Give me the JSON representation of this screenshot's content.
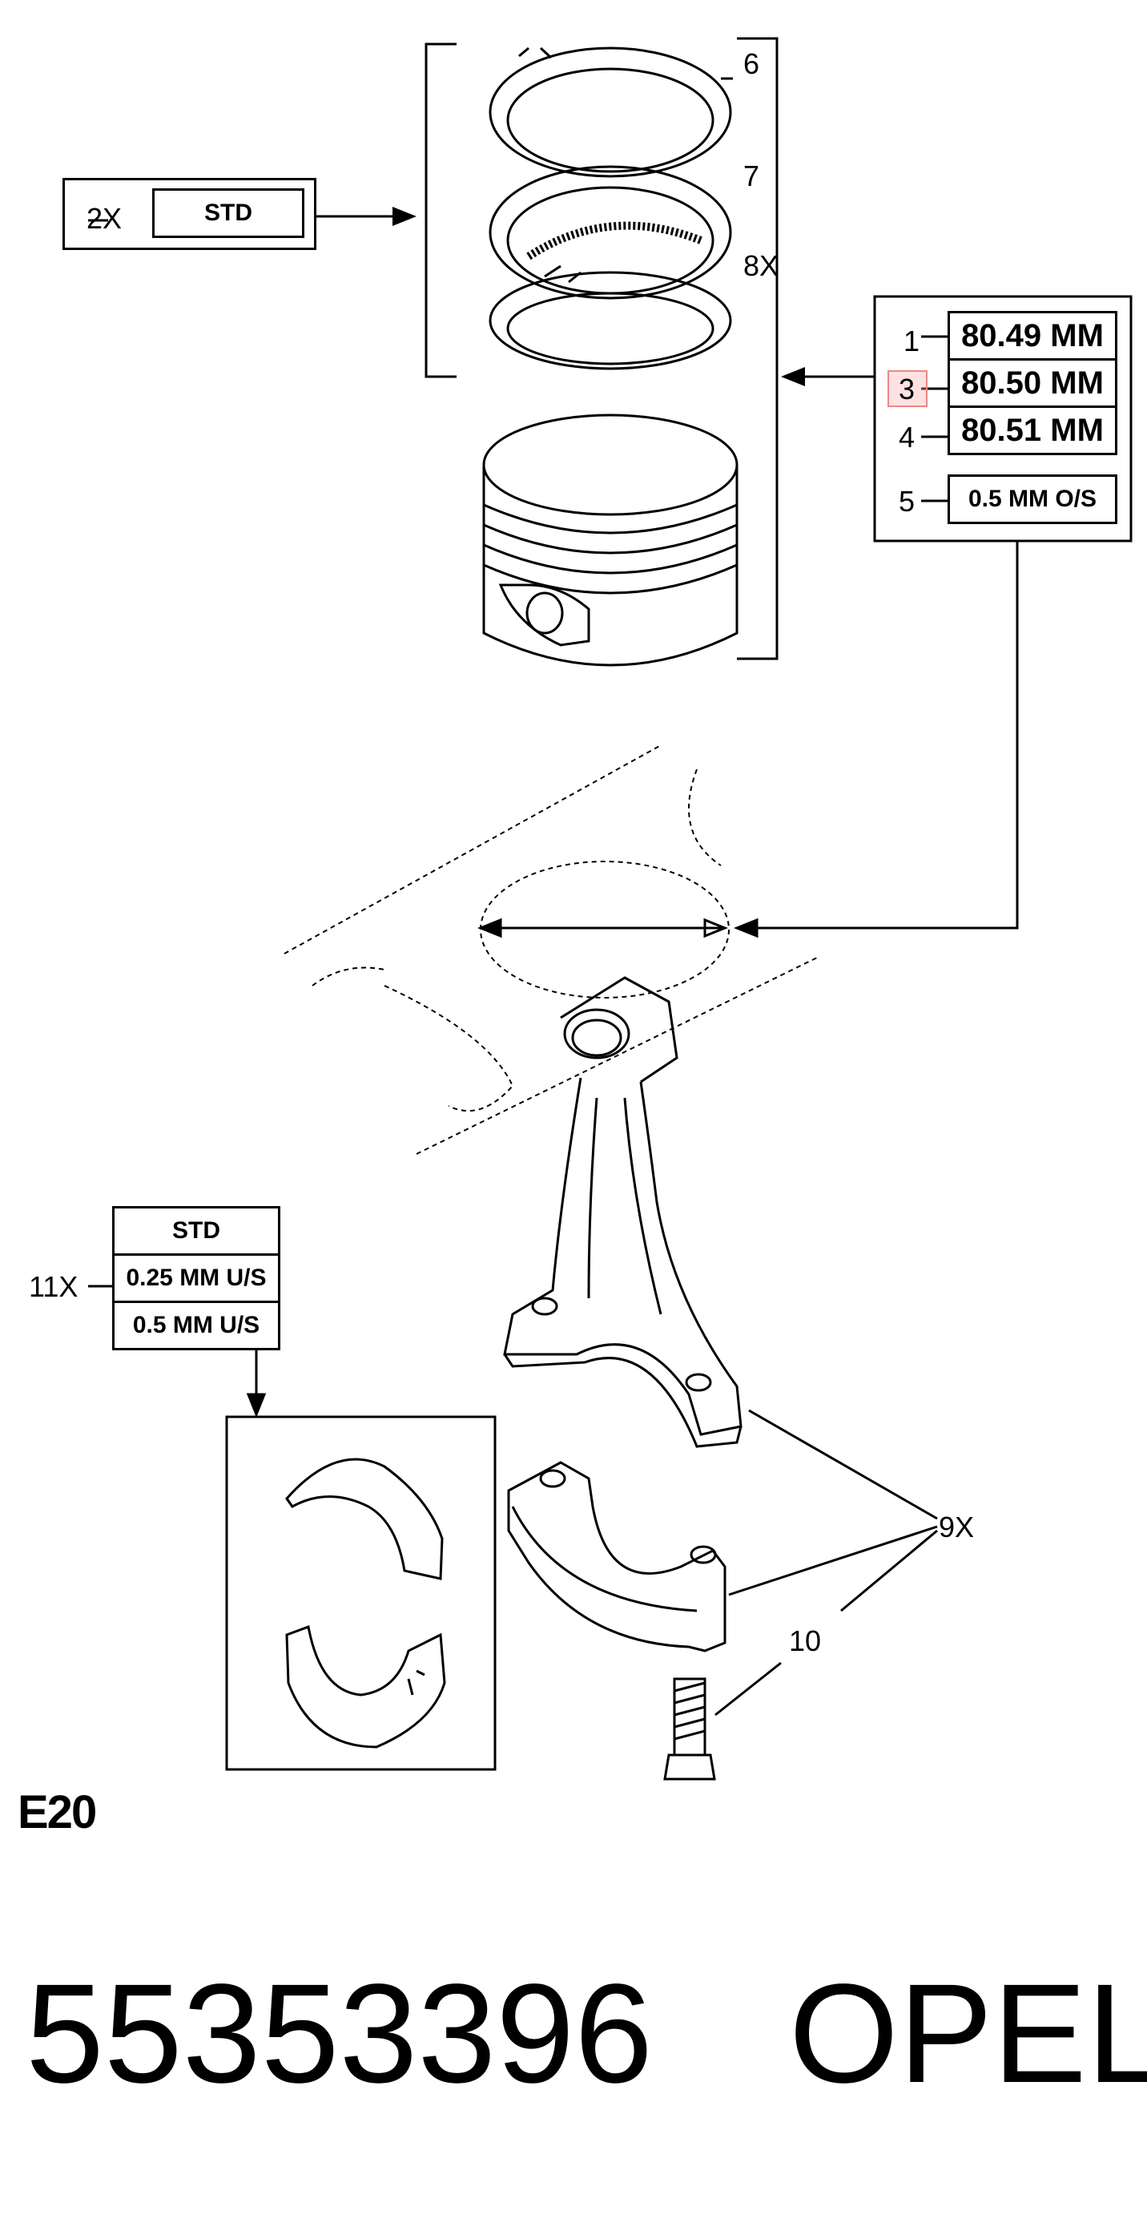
{
  "piston_rings": {
    "callout_top_ring": "6",
    "callout_second_ring": "7",
    "callout_oil_ring": "8X",
    "grade_quantity": "2X",
    "grade_label": "STD"
  },
  "piston_sizes": {
    "items": [
      {
        "callout": "1",
        "size": "80.49 MM"
      },
      {
        "callout": "3",
        "size": "80.50 MM"
      },
      {
        "callout": "4",
        "size": "80.51 MM"
      },
      {
        "callout": "5",
        "size": "0.5 MM O/S"
      }
    ]
  },
  "bearings": {
    "quantity": "11X",
    "options": [
      "STD",
      "0.25 MM U/S",
      "0.5 MM U/S"
    ]
  },
  "connecting_rod": {
    "bolt_callout": "10",
    "nut_callout": "9X"
  },
  "footer": {
    "diagram_code": "E20",
    "part_number": "55353396",
    "brand": "OPEL"
  },
  "colors": {
    "highlight": "#f4b8b8"
  }
}
